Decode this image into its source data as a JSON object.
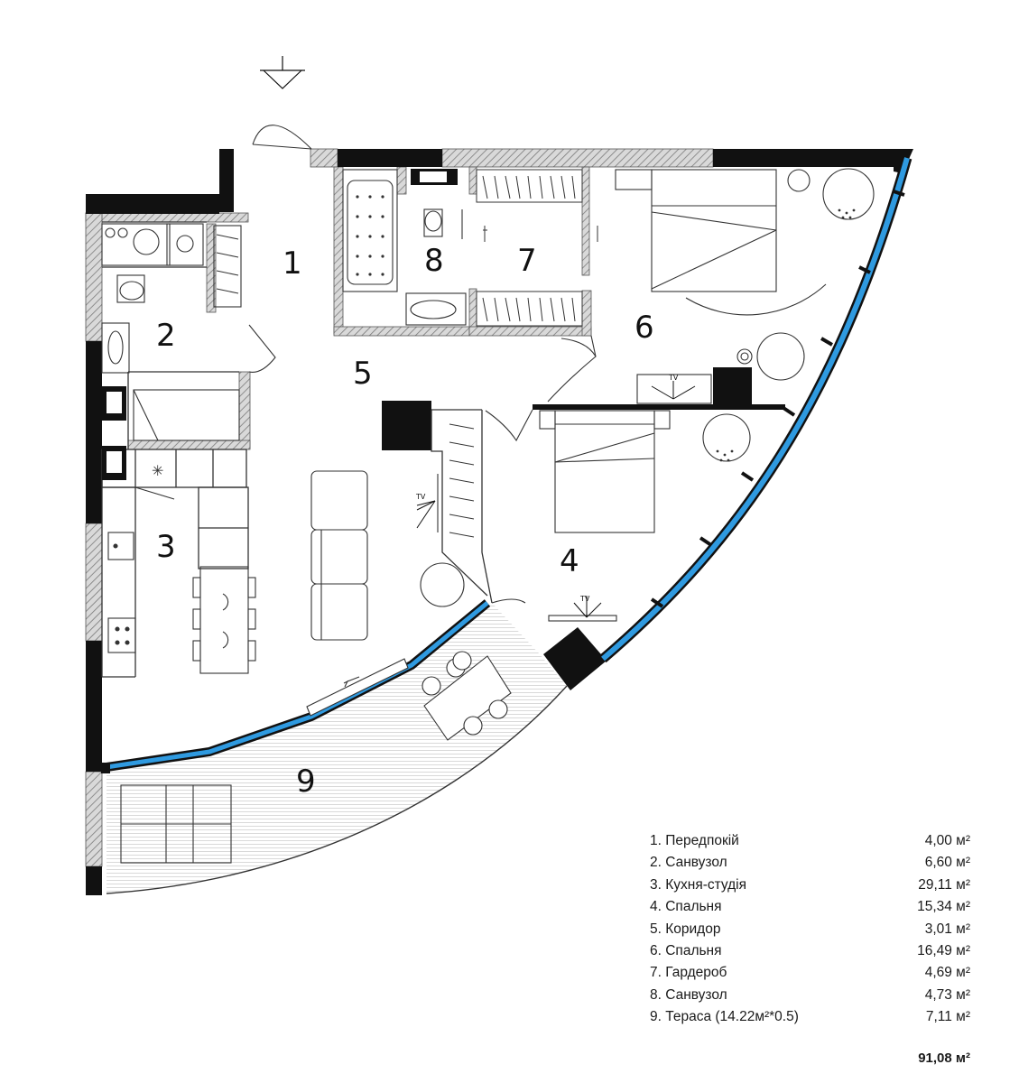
{
  "rooms": [
    {
      "number": "1",
      "name": "1. Передпокій",
      "area": "4,00 м²"
    },
    {
      "number": "2",
      "name": "2. Санвузол",
      "area": "6,60 м²"
    },
    {
      "number": "3",
      "name": "3. Кухня-студія",
      "area": "29,11 м²"
    },
    {
      "number": "4",
      "name": "4. Спальня",
      "area": "15,34 м²"
    },
    {
      "number": "5",
      "name": "5. Коридор",
      "area": "3,01 м²"
    },
    {
      "number": "6",
      "name": "6. Спальня",
      "area": "16,49 м²"
    },
    {
      "number": "7",
      "name": "7. Гардероб",
      "area": "4,69 м²"
    },
    {
      "number": "8",
      "name": "8. Санвузол",
      "area": "4,73 м²"
    },
    {
      "number": "9",
      "name": "9. Тераса (14.22м²*0.5)",
      "area": "7,11 м²"
    }
  ],
  "total_area": "91,08 м²",
  "tv_labels": {
    "bedroom4": "TV",
    "bedroom6": "TV",
    "studio": "TV"
  },
  "colors": {
    "wall": "#111111",
    "glazing": "#2f9ae0",
    "hatch": "#b8b8b8",
    "line": "#333333"
  }
}
